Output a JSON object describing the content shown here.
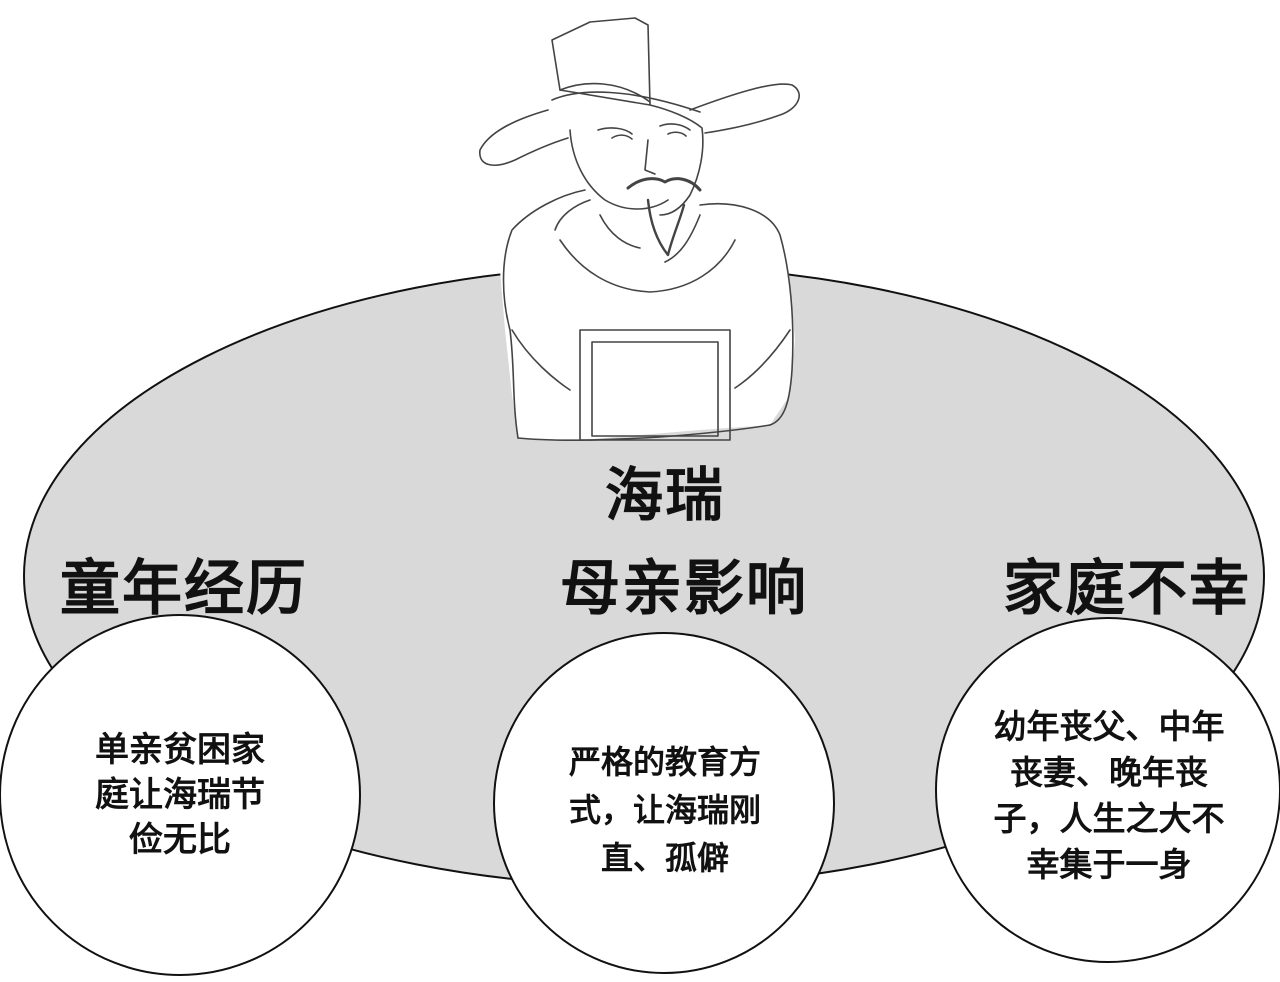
{
  "diagram": {
    "center": "海瑞",
    "topics": [
      {
        "title": "童年经历",
        "description": "单亲贫困家庭让海瑞节俭无比"
      },
      {
        "title": "母亲影响",
        "description": "严格的教育方式，让海瑞刚直、孤僻"
      },
      {
        "title": "家庭不幸",
        "description": "幼年丧父、中年丧妻、晚年丧子，人生之大不幸集于一身"
      }
    ]
  },
  "colors": {
    "ellipse_fill": "#d9d9d9",
    "stroke": "#111111",
    "circle_fill": "#ffffff",
    "text": "#111111"
  },
  "icons": {
    "portrait": "hai-rui-portrait-icon"
  }
}
